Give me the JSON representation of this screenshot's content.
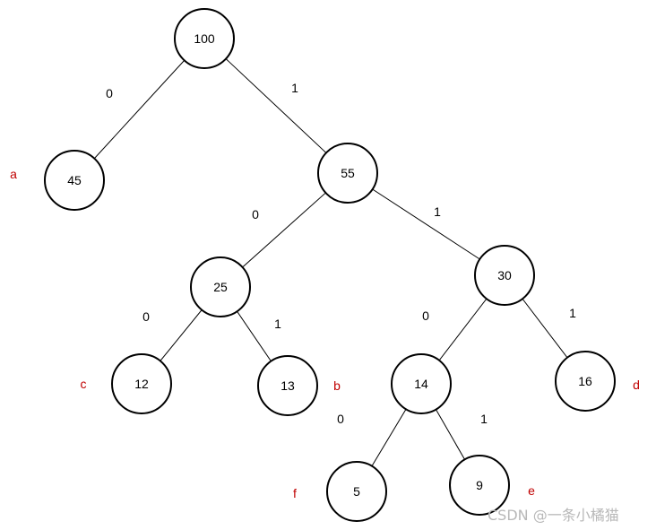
{
  "title": "Huffman tree",
  "colors": {
    "node_stroke": "#000000",
    "edge": "#000000",
    "leaf_letter": "#c00000",
    "watermark": "#b8b8b8"
  },
  "nodes": [
    {
      "id": "n100",
      "value": "100"
    },
    {
      "id": "n45",
      "value": "45",
      "letter": "a"
    },
    {
      "id": "n55",
      "value": "55"
    },
    {
      "id": "n25",
      "value": "25"
    },
    {
      "id": "n30",
      "value": "30"
    },
    {
      "id": "n12",
      "value": "12",
      "letter": "c"
    },
    {
      "id": "n13",
      "value": "13",
      "letter": "b"
    },
    {
      "id": "n14",
      "value": "14"
    },
    {
      "id": "n16",
      "value": "16",
      "letter": "d"
    },
    {
      "id": "n5",
      "value": "5",
      "letter": "f"
    },
    {
      "id": "n9",
      "value": "9",
      "letter": "e"
    }
  ],
  "edges": [
    {
      "from": "n100",
      "to": "n45",
      "label": "0"
    },
    {
      "from": "n100",
      "to": "n55",
      "label": "1"
    },
    {
      "from": "n55",
      "to": "n25",
      "label": "0"
    },
    {
      "from": "n55",
      "to": "n30",
      "label": "1"
    },
    {
      "from": "n25",
      "to": "n12",
      "label": "0"
    },
    {
      "from": "n25",
      "to": "n13",
      "label": "1"
    },
    {
      "from": "n30",
      "to": "n14",
      "label": "0"
    },
    {
      "from": "n30",
      "to": "n16",
      "label": "1"
    },
    {
      "from": "n14",
      "to": "n5",
      "label": "0"
    },
    {
      "from": "n14",
      "to": "n9",
      "label": "1"
    }
  ],
  "watermark": "CSDN @一条小橘猫"
}
